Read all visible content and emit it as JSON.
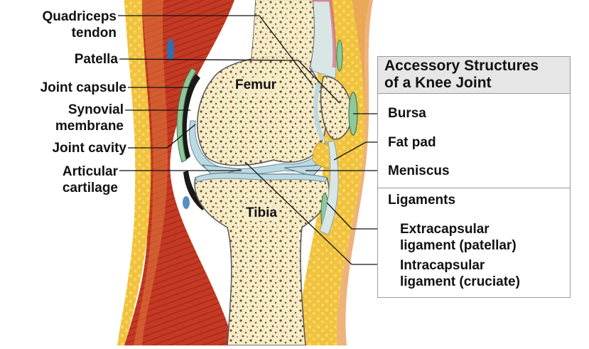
{
  "legend": {
    "title": "Accessory Structures\nof a Knee Joint"
  },
  "labels_left": {
    "quadriceps_tendon": "Quadriceps\ntendon",
    "patella": "Patella",
    "joint_capsule": "Joint capsule",
    "synovial_membrane": "Synovial\nmembrane",
    "joint_cavity": "Joint cavity",
    "articular_cartilage": "Articular\ncartilage"
  },
  "labels_inside": {
    "femur": "Femur",
    "tibia": "Tibia"
  },
  "labels_right": {
    "bursa": "Bursa",
    "fat_pad": "Fat pad",
    "meniscus": "Meniscus",
    "ligaments": "Ligaments",
    "extracapsular": "Extracapsular\nligament (patellar)",
    "intracapsular": "Intracapsular\nligament (cruciate)"
  },
  "colors": {
    "muscle": "#c43a24",
    "fat": "#f1c23e",
    "bone": "#f6ecc8",
    "cartilage": "#bcd9e2",
    "synovial": "#8fc89a",
    "cavity": "#1a1a1a",
    "tendon": "#d9e6e6"
  }
}
